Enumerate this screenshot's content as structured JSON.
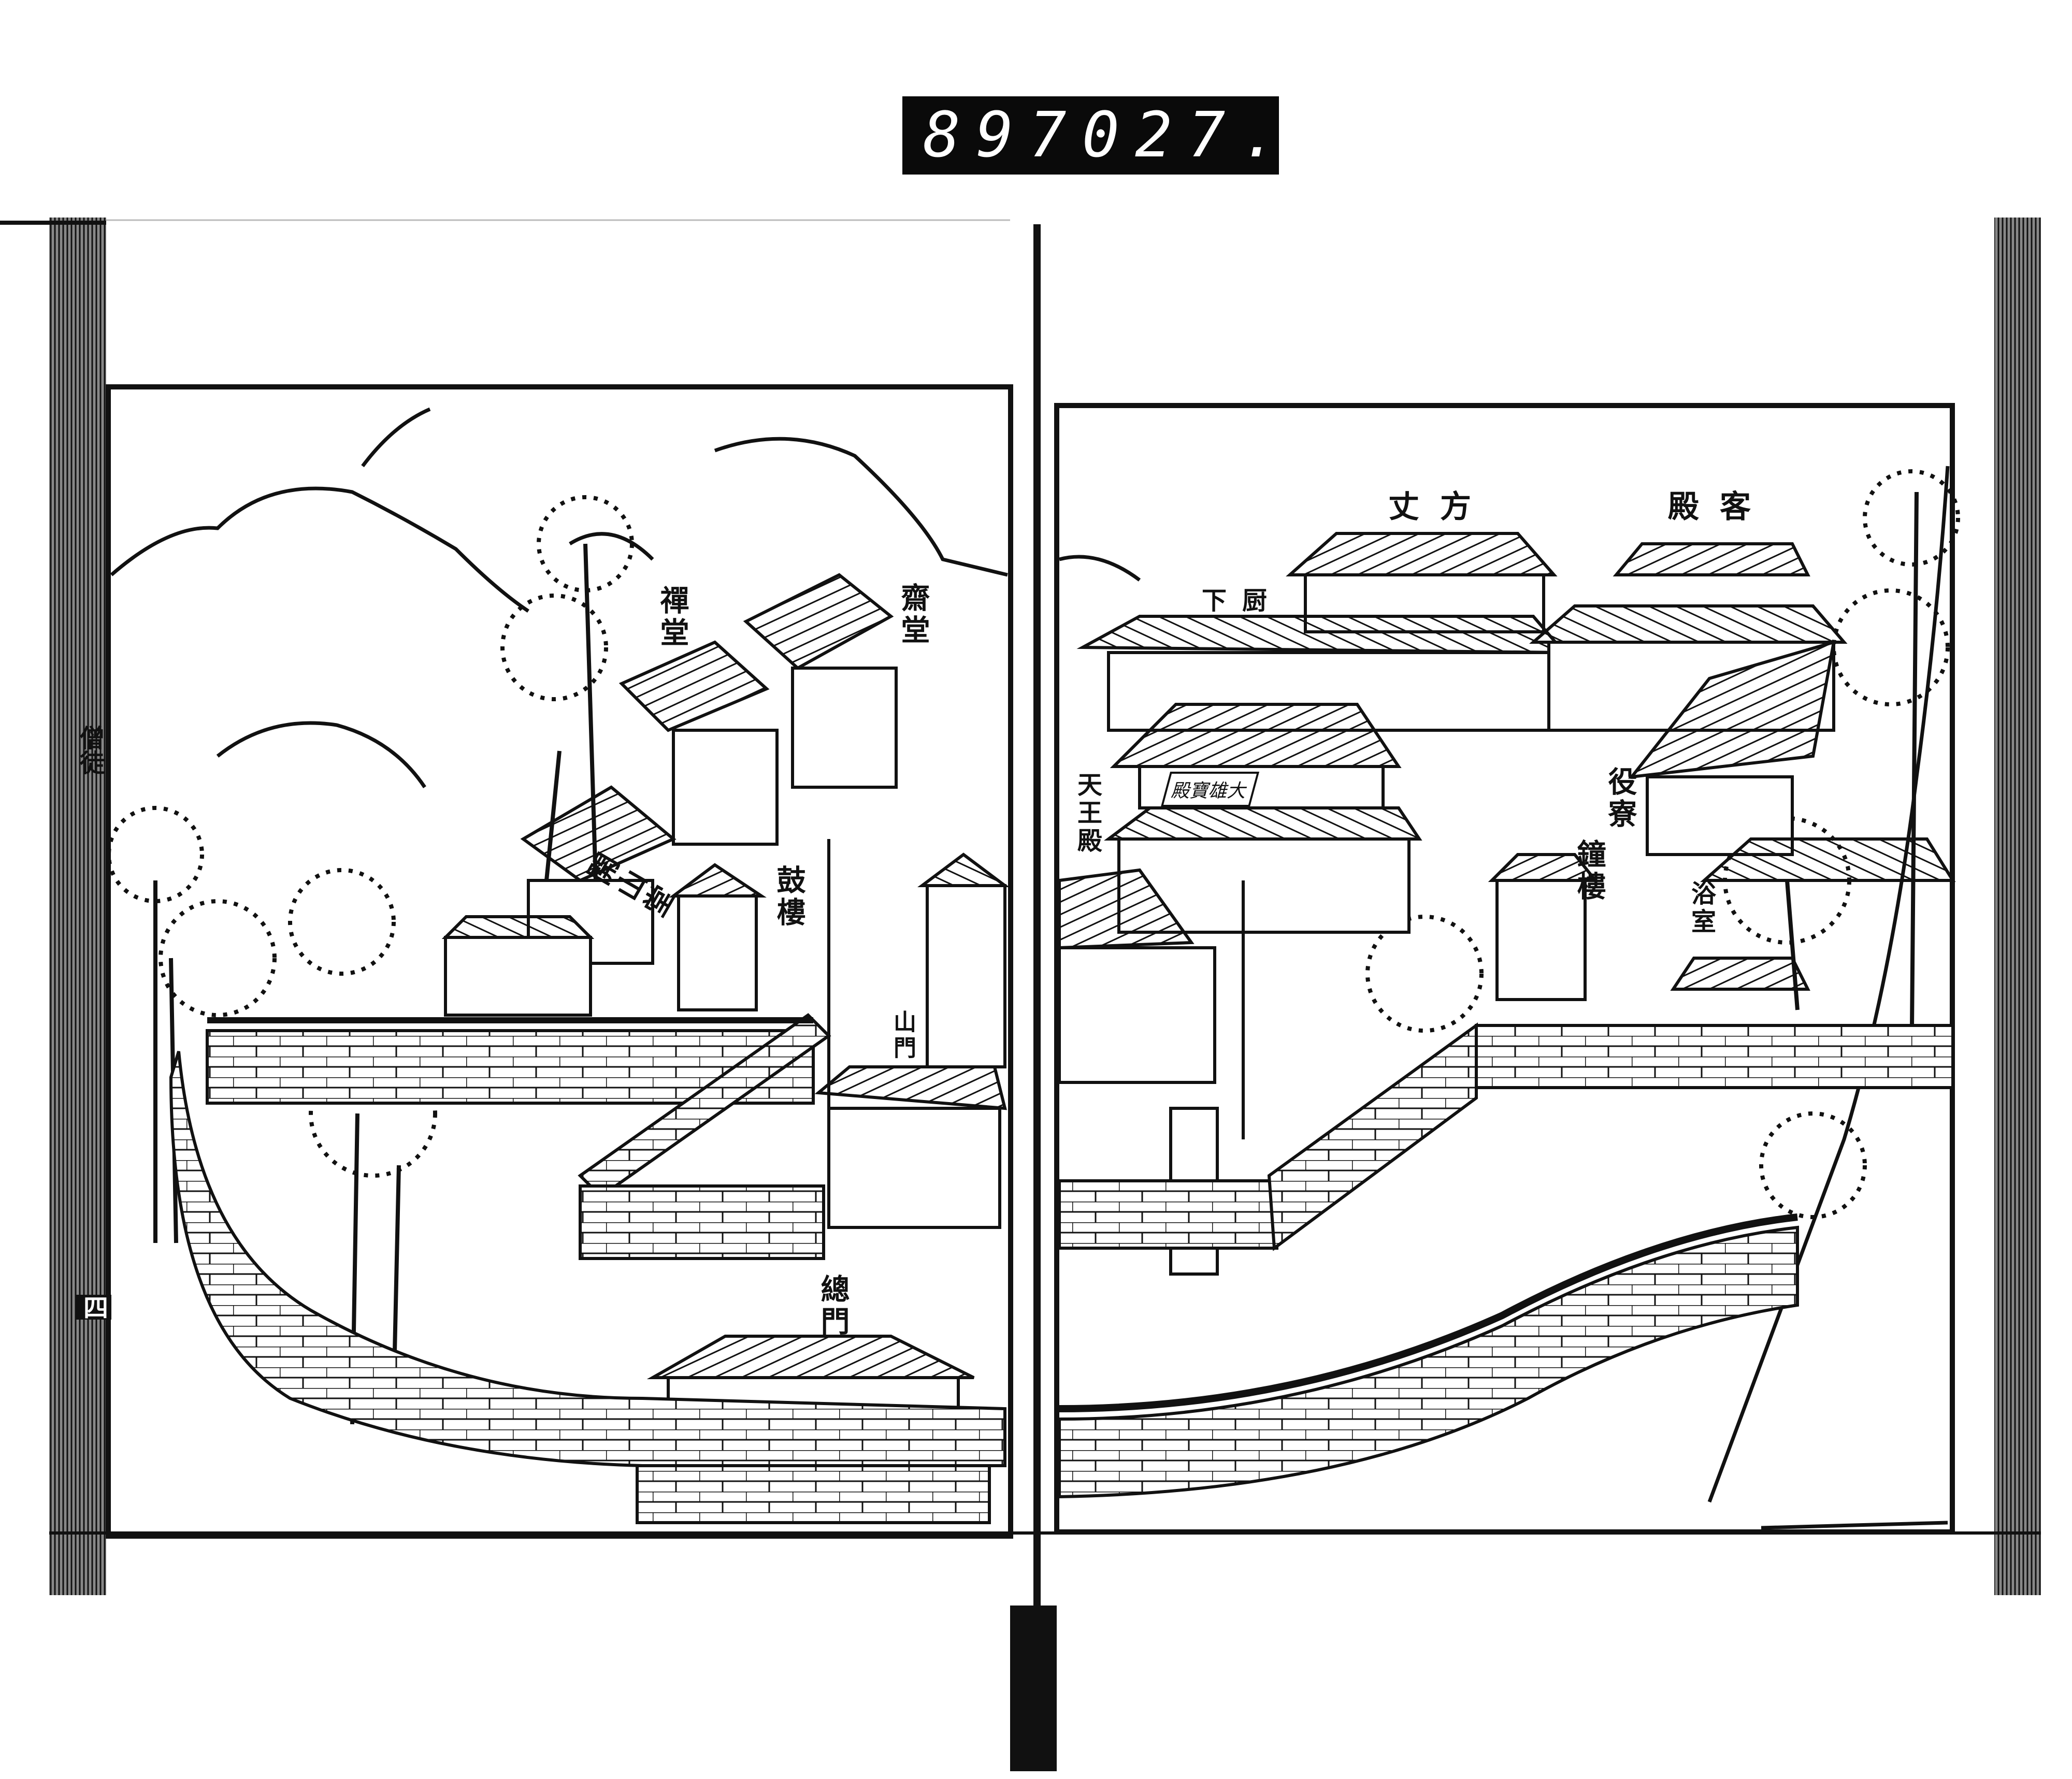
{
  "archive_counter": {
    "left": "897",
    "right": "027."
  },
  "margin": {
    "section_title": "僧徒",
    "page_number": "四"
  },
  "left_panel": {
    "labels": {
      "zen_hall": "禪堂",
      "refectory": "齋堂",
      "founders_hall": "開山堂",
      "drum_tower": "鼓樓",
      "mountain_gate": "山門",
      "main_gate": "總門"
    }
  },
  "right_panel": {
    "labels": {
      "abbots_quarters": "方丈",
      "guest_hall": "客殿",
      "kitchen": "厨下",
      "heavenly_kings_hall": "天王殿",
      "main_hall_plaque": "大雄寶殿",
      "staff_quarters": "役寮",
      "bell_tower": "鐘樓",
      "bathhouse": "浴室"
    }
  }
}
